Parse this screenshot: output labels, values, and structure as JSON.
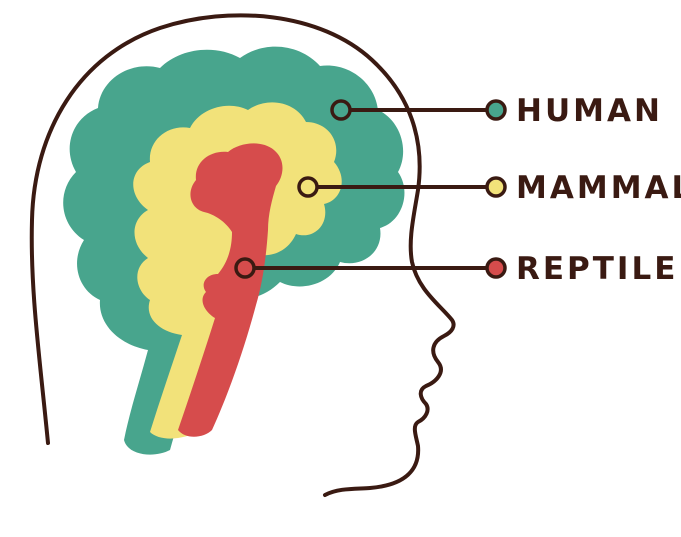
{
  "colors": {
    "outline": "#3a1a12",
    "human": "#48a58d",
    "mammal": "#f2e27a",
    "reptile": "#d64c4c",
    "background": "#ffffff"
  },
  "layers": [
    {
      "key": "human",
      "label": "HUMAN"
    },
    {
      "key": "mammal",
      "label": "MAMMAL"
    },
    {
      "key": "reptile",
      "label": "REPTILE"
    }
  ]
}
